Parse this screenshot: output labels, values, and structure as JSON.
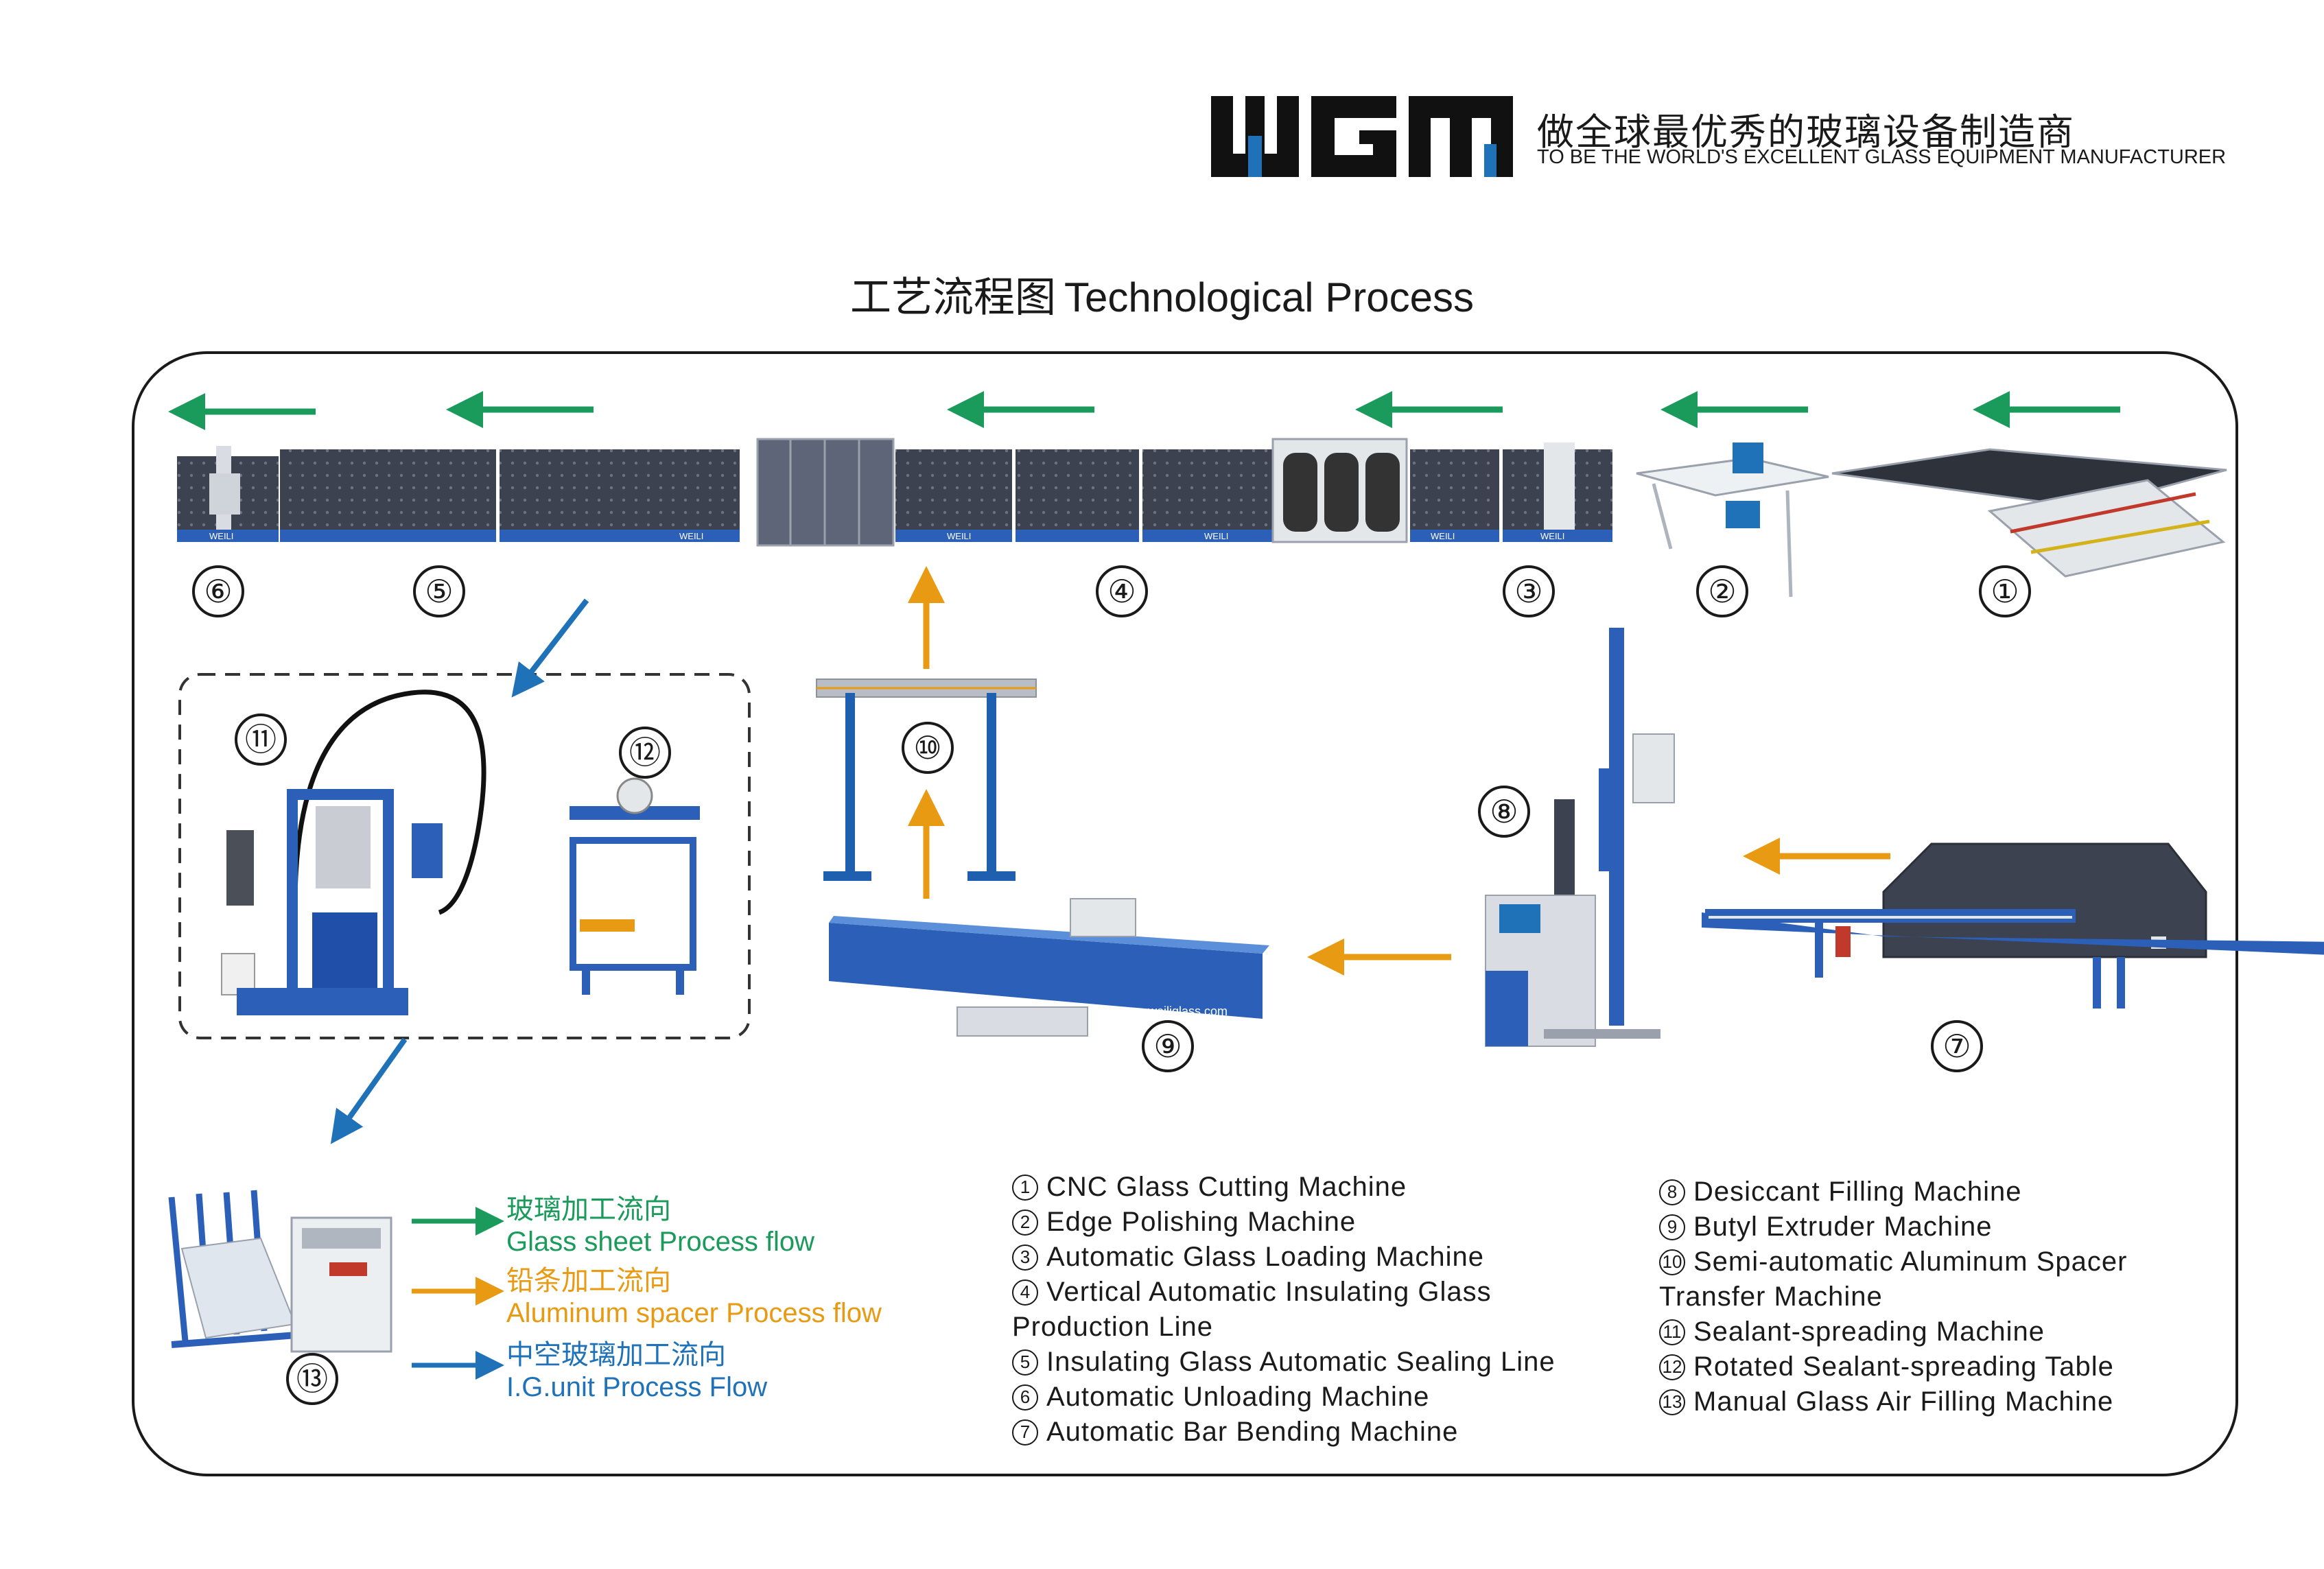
{
  "header": {
    "logo_text": "WGM",
    "slogan_cn": "做全球最优秀的玻璃设备制造商",
    "slogan_en": "TO BE THE WORLD'S EXCELLENT GLASS EQUIPMENT MANUFACTURER"
  },
  "title": {
    "cn": "工艺流程图",
    "en": "Technological Process"
  },
  "markers": [
    "①",
    "②",
    "③",
    "④",
    "⑤",
    "⑥",
    "⑦",
    "⑧",
    "⑨",
    "⑩",
    "⑪",
    "⑫",
    "⑬"
  ],
  "legend": [
    {
      "cn": "玻璃加工流向",
      "en": "Glass sheet Process flow",
      "color": "#1a9a5b"
    },
    {
      "cn": "铅条加工流向",
      "en": "Aluminum spacer Process flow",
      "color": "#e89a12"
    },
    {
      "cn": "中空玻璃加工流向",
      "en": "I.G.unit  Process Flow",
      "color": "#1f72b8"
    }
  ],
  "equipment_left": [
    {
      "num": "1",
      "name": "CNC Glass Cutting Machine"
    },
    {
      "num": "2",
      "name": "Edge Polishing Machine"
    },
    {
      "num": "3",
      "name": "Automatic Glass Loading Machine"
    },
    {
      "num": "4",
      "name": "Vertical Automatic Insulating Glass",
      "cont": "Production Line"
    },
    {
      "num": "5",
      "name": "Insulating Glass Automatic Sealing Line"
    },
    {
      "num": "6",
      "name": "Automatic Unloading Machine"
    },
    {
      "num": "7",
      "name": "Automatic Bar Bending Machine"
    }
  ],
  "equipment_right": [
    {
      "num": "8",
      "name": "Desiccant Filling Machine"
    },
    {
      "num": "9",
      "name": "Butyl Extruder Machine"
    },
    {
      "num": "10",
      "name": "Semi-automatic Aluminum Spacer",
      "cont": "Transfer Machine"
    },
    {
      "num": "11",
      "name": "Sealant-spreading Machine"
    },
    {
      "num": "12",
      "name": "Rotated Sealant-spreading Table"
    },
    {
      "num": "13",
      "name": "Manual Glass Air Filling Machine"
    }
  ],
  "machine_labels": {
    "brand": "WEILI",
    "extruder_url": "www.weiliglass.com"
  },
  "colors": {
    "glass_flow": "#1a9a5b",
    "spacer_flow": "#e89a12",
    "ig_flow": "#1f72b8",
    "machine_blue": "#2b5fb8",
    "panel_dark": "#3c4250"
  }
}
